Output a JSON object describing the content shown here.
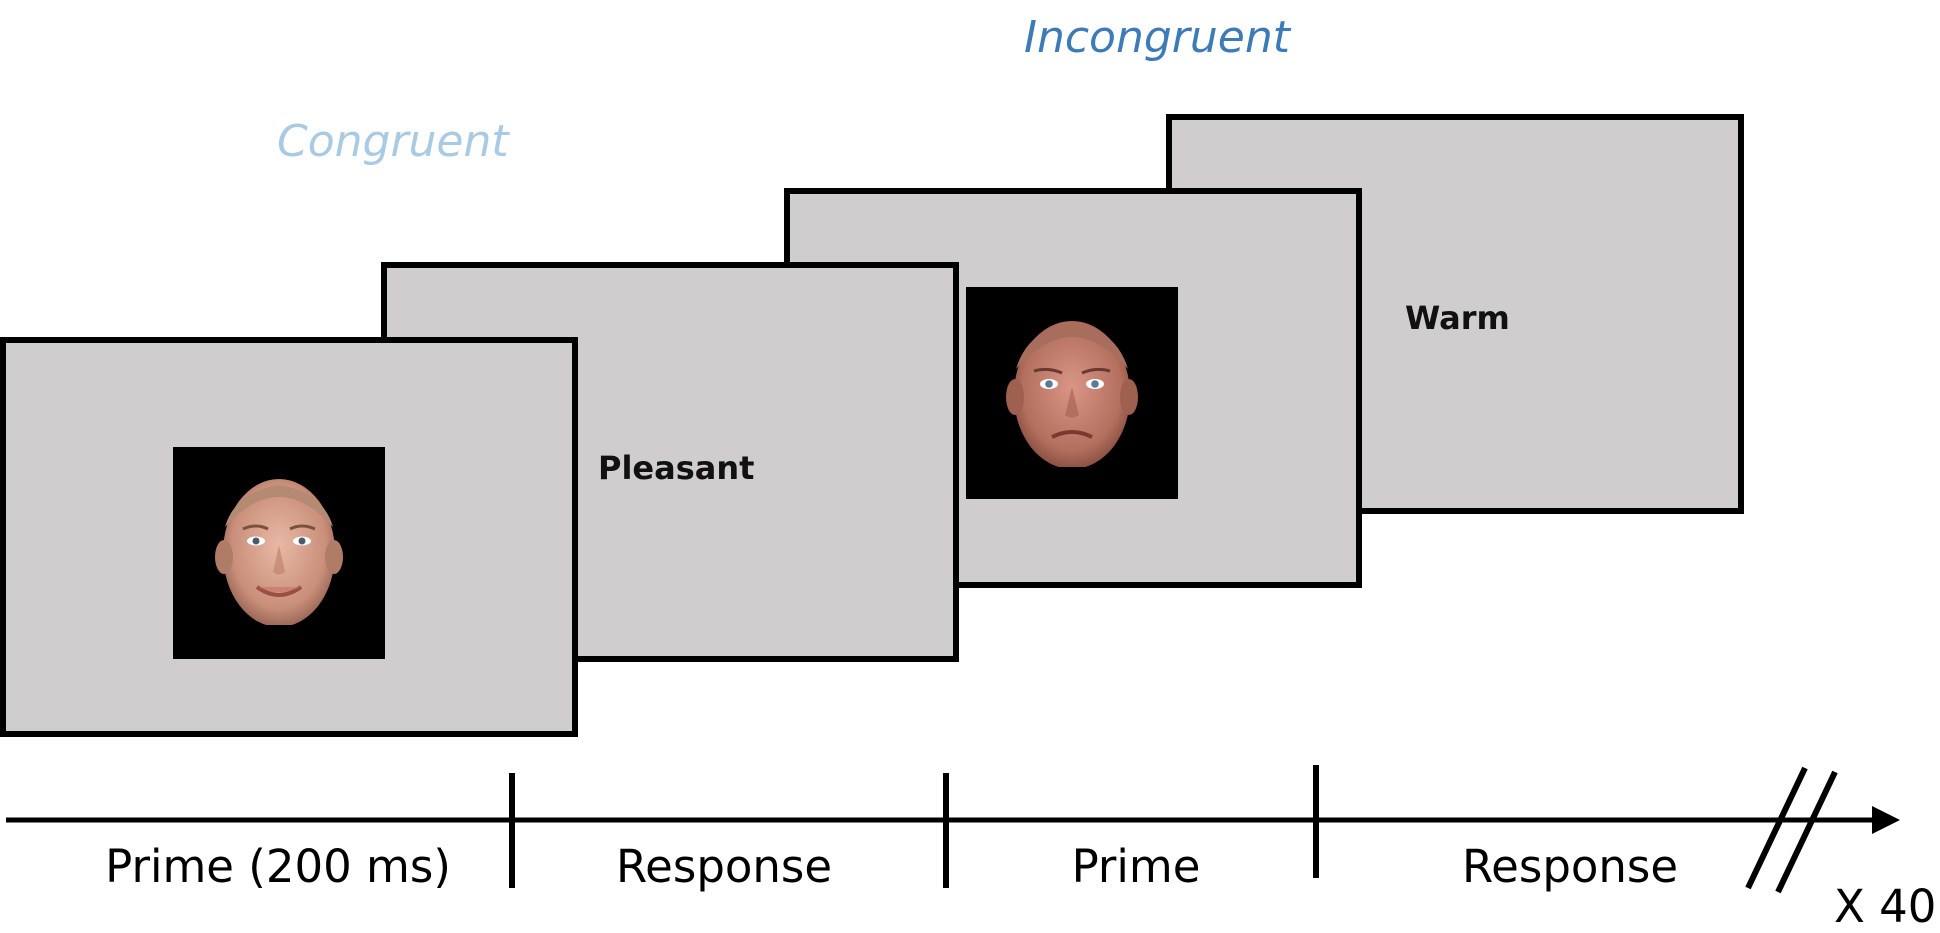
{
  "conditions": {
    "congruent": {
      "label": "Congruent",
      "color": "#a9cae3"
    },
    "incongruent": {
      "label": "Incongruent",
      "color": "#3d7ab8"
    }
  },
  "screens": [
    {
      "content": "face",
      "face_description": "smiling male face"
    },
    {
      "content": "word",
      "word": "Pleasant"
    },
    {
      "content": "face",
      "face_description": "frowning male face"
    },
    {
      "content": "word",
      "word": "Warm"
    }
  ],
  "screen_background": "#cfcdce",
  "timeline": {
    "phases": [
      "Prime (200 ms)",
      "Response",
      "Prime",
      "Response"
    ],
    "repeat": "X 40"
  }
}
